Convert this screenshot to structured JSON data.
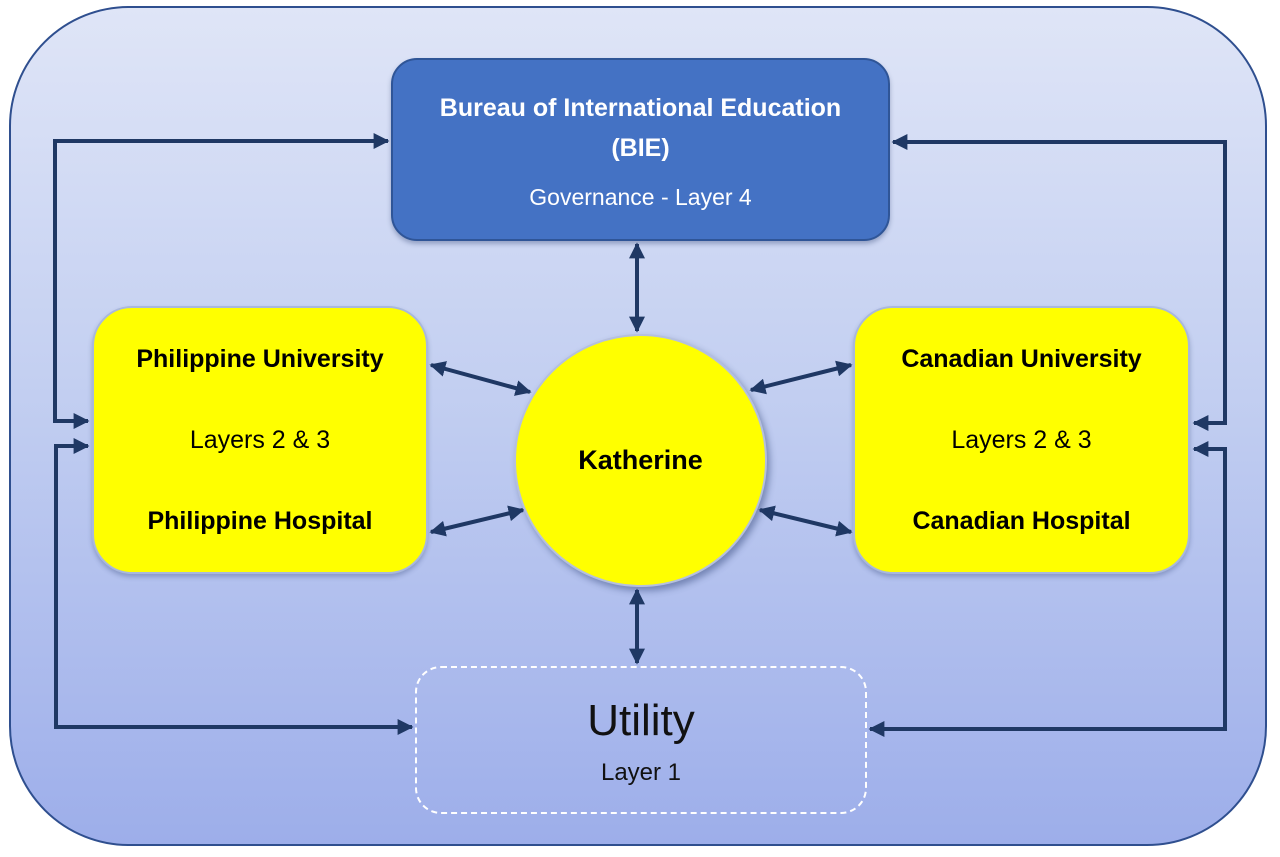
{
  "governance": {
    "title": "Bureau of International Education (BIE)",
    "subtitle": "Governance - Layer 4"
  },
  "left": {
    "top": "Philippine University",
    "middle": "Layers 2 & 3",
    "bottom": "Philippine Hospital"
  },
  "right": {
    "top": "Canadian University",
    "middle": "Layers 2 & 3",
    "bottom": "Canadian Hospital"
  },
  "center": {
    "label": "Katherine"
  },
  "utility": {
    "title": "Utility",
    "subtitle": "Layer 1"
  },
  "colors": {
    "governance_fill": "#4472c4",
    "node_fill": "#ffff00",
    "arrow": "#1f3864",
    "background_top": "#dfe5f7",
    "background_bottom": "#9daeea"
  }
}
